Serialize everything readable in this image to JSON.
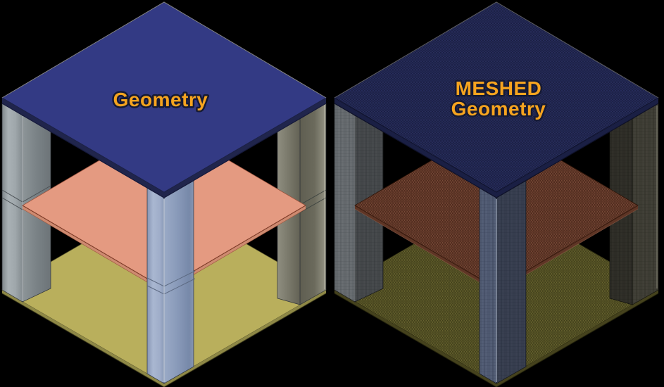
{
  "figure": {
    "background_color": "#000000",
    "label_style": {
      "color": "#F6A41F",
      "outline": "#161A34"
    },
    "left_model": {
      "label": "Geometry",
      "colors": {
        "roof_top": "#333A84",
        "roof_edge": "#20254C",
        "mid_slab_top": "#E49A81",
        "mid_slab_edge": "#CE8A70",
        "base_top": "#B9AF5C",
        "base_edge": "#8E8846"
      }
    },
    "right_model": {
      "label_line1": "MESHED",
      "label_line2": "Geometry",
      "colors": {
        "roof_mesh_base": "#2B3263",
        "roof_mesh_line": "#141838",
        "roof_edge": "#1A1F44",
        "mid_slab_mesh_base": "#82503E",
        "mid_slab_mesh_line": "#371A0E",
        "mid_slab_edge": "#5E3525",
        "base_mesh_base": "#6F6B33",
        "base_mesh_line": "#2F2E11",
        "base_edge": "#45421D",
        "column_front_mesh_base": "#6B7790",
        "column_front_mesh_line": "#333C52",
        "column_gray_mesh_base": "#858A8E",
        "column_gray_mesh_line": "#45494D",
        "column_dark_mesh_base": "#55544A",
        "column_dark_mesh_line": "#26251E"
      }
    }
  }
}
